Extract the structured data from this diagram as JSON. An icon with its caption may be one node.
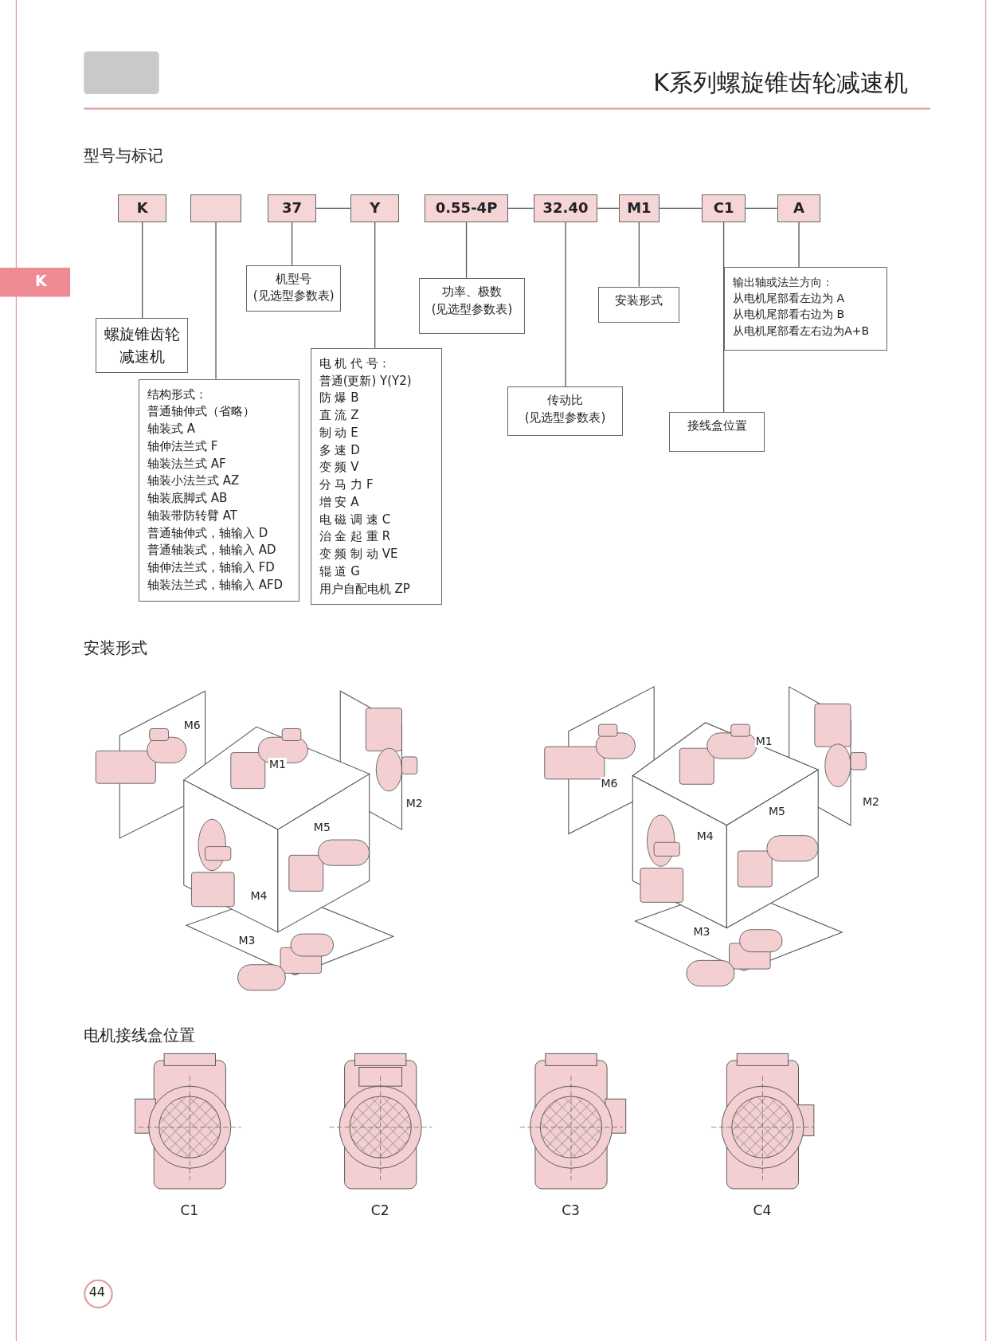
{
  "diagram": {
    "title": "K系列螺旋锥齿轮减速机",
    "nodes": [
      {
        "text": [
          "K"
        ]
      },
      {
        "text": [],
        "shape": "box"
      },
      {
        "text": [
          "37"
        ]
      },
      {
        "text": [
          "Y"
        ]
      },
      {
        "text": [
          "0.55-4P"
        ]
      },
      {
        "text": [
          "32.40"
        ]
      },
      {
        "text": [
          "M1"
        ]
      },
      {
        "text": [
          "C1"
        ]
      },
      {
        "text": [
          "A"
        ]
      },
      {
        "text": [
          "螺旋锥齿轮减速机"
        ]
      },
      {
        "text": [
          "机型号",
          "(见选型参数表)"
        ]
      },
      {
        "text": [
          "功率、极数",
          "(见选型参数表)"
        ]
      },
      {
        "text": [
          "安装形式"
        ]
      },
      {
        "text": [
          "输出轴或法兰方向：",
          "从电机尾部看左边为 A",
          "从电机尾部看右边为 B",
          "从电机尾部看左右边为A+B"
        ]
      },
      {
        "text": [
          "结构形式：",
          "普通轴伸式（省略）",
          "轴装式 A",
          "轴伸法兰式 F",
          "轴装法兰式 AF",
          "轴装小法兰式 AZ",
          "轴装底脚式 AB",
          "轴装带防转臂 AT",
          "普通轴伸式，轴输入 D",
          "普通轴装式，轴输入 AD",
          "轴伸法兰式，轴输入 FD",
          "轴装法兰式，轴输入 AFD"
        ]
      },
      {
        "text": [
          "电 机 代 号：",
          "普通(更新) Y(Y2)",
          "防 爆 B",
          "直 流 Z",
          "制 动 E",
          "多 速 D",
          "变 频 V",
          "分 马 力 F",
          "增 安 A",
          "电 磁 调 速 C",
          "治 金 起 重 R",
          "变 频 制 动 VE",
          "辊 道 G",
          "用户自配电机 ZP"
        ]
      },
      {
        "text": [
          "传动比",
          "(见选型参数表)"
        ]
      },
      {
        "text": [
          "接线盒位置"
        ]
      }
    ],
    "edges": [
      {
        "from": 2,
        "to": 3,
        "arrow": "none"
      },
      {
        "from": 4,
        "to": 5,
        "arrow": "none"
      },
      {
        "from": 5,
        "to": 6,
        "arrow": "none"
      },
      {
        "from": 6,
        "to": 7,
        "arrow": "none"
      },
      {
        "from": 7,
        "to": 8,
        "arrow": "none"
      },
      {
        "from": 0,
        "to": 9,
        "arrow": "none"
      },
      {
        "from": 1,
        "to": 14,
        "arrow": "none"
      },
      {
        "from": 2,
        "to": 10,
        "arrow": "none"
      },
      {
        "from": 3,
        "to": 15,
        "arrow": "none"
      },
      {
        "from": 4,
        "to": 11,
        "arrow": "none"
      },
      {
        "from": 5,
        "to": 16,
        "arrow": "none"
      },
      {
        "from": 6,
        "to": 12,
        "arrow": "none"
      },
      {
        "from": 7,
        "to": 17,
        "arrow": "none"
      },
      {
        "from": 8,
        "to": 13,
        "arrow": "none"
      }
    ],
    "labels": [
      "型号与标记",
      "K",
      "安装形式",
      "M6",
      "M1",
      "M2",
      "M5",
      "M4",
      "M3",
      "M6",
      "M1",
      "M2",
      "M5",
      "M4",
      "M3",
      "电机接线盒位置",
      "C1",
      "C2",
      "C3",
      "C4",
      "44"
    ]
  }
}
